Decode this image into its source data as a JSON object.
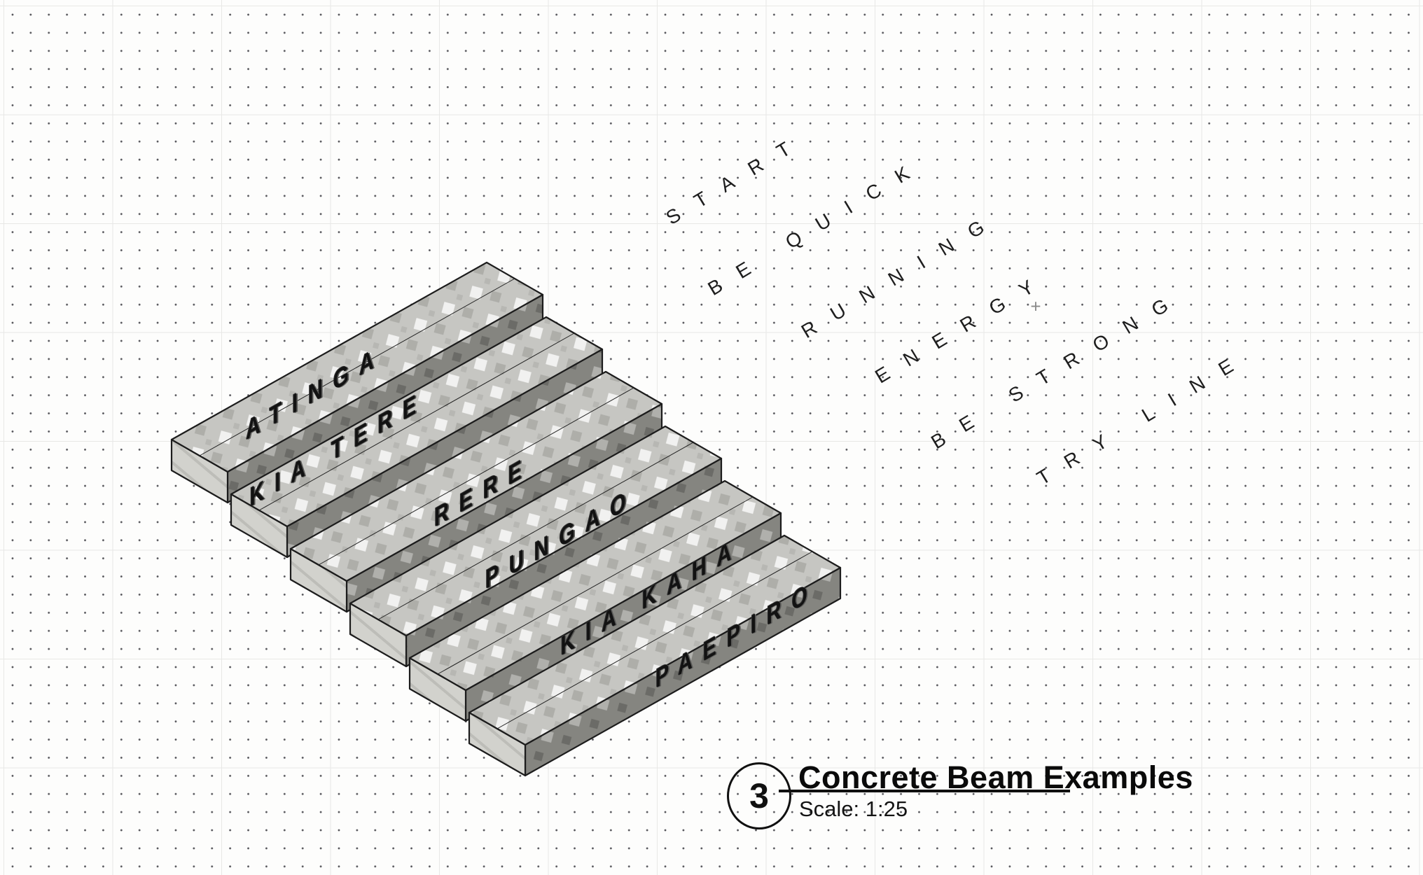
{
  "drawing": {
    "beams": [
      {
        "label": "ATINGA"
      },
      {
        "label": "KIA TERE"
      },
      {
        "label": "RERE"
      },
      {
        "label": "PUNGAO"
      },
      {
        "label": "KIA KAHA"
      },
      {
        "label": "PAEPIRO"
      }
    ],
    "floating_words": [
      {
        "label": "START"
      },
      {
        "label": "BE QUICK"
      },
      {
        "label": "RUNNING"
      },
      {
        "label": "ENERGY"
      },
      {
        "label": "BE STRONG"
      },
      {
        "label": "TRY LINE"
      }
    ],
    "crosshair_glyph": "+",
    "title_block": {
      "number": "3",
      "title": "Concrete Beam Examples",
      "scale": "Scale: 1:25"
    },
    "colors": {
      "beam_top": "#c6c6c2",
      "beam_side": "#858580",
      "beam_cap": "#d2d2cd",
      "outline": "#1c1c1c",
      "letter": "#121212"
    }
  }
}
